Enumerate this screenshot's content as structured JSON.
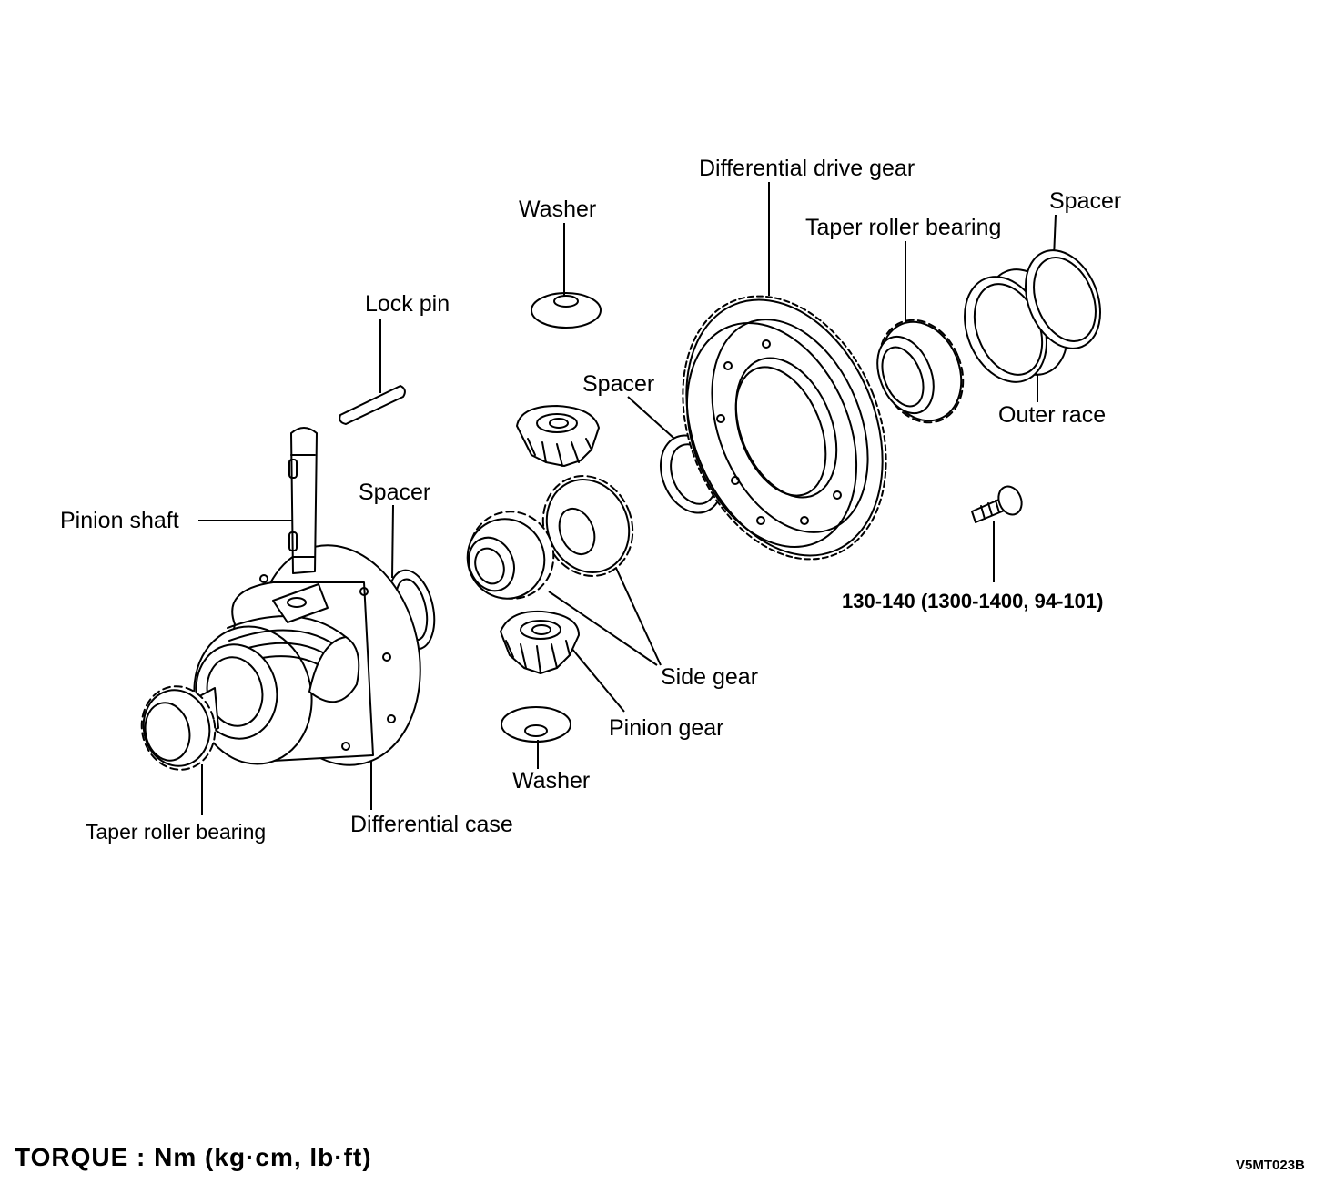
{
  "labels": {
    "washer_top": "Washer",
    "lock_pin": "Lock pin",
    "differential_drive_gear": "Differential drive gear",
    "taper_roller_bearing_right": "Taper roller bearing",
    "spacer_right": "Spacer",
    "spacer_middle": "Spacer",
    "outer_race": "Outer race",
    "pinion_shaft": "Pinion shaft",
    "spacer_left": "Spacer",
    "torque_spec": "130-140 (1300-1400, 94-101)",
    "side_gear": "Side gear",
    "pinion_gear": "Pinion gear",
    "washer_bottom": "Washer",
    "taper_roller_bearing_left": "Taper roller bearing",
    "differential_case": "Differential case"
  },
  "footer": {
    "torque_units": "TORQUE : Nm (kg·cm, lb·ft)",
    "figure_code": "V5MT023B"
  }
}
